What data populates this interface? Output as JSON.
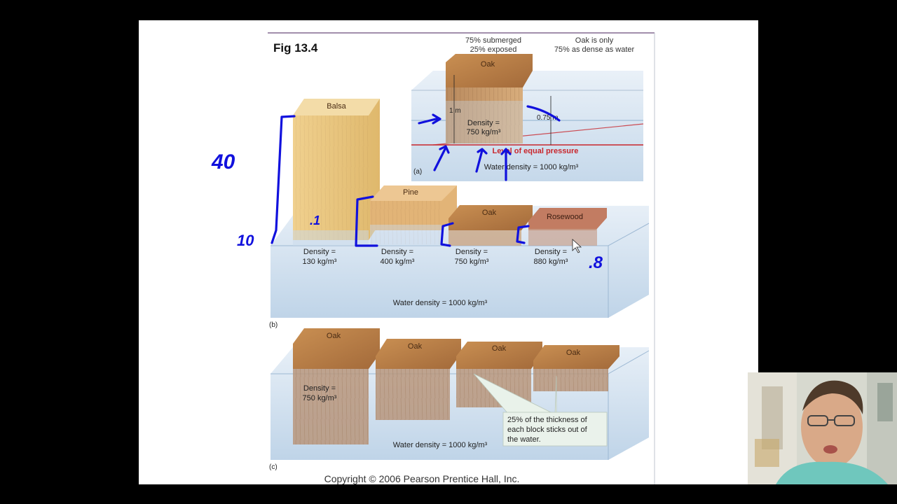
{
  "figure": {
    "title": "Fig 13.4",
    "copyright": "Copyright © 2006 Pearson Prentice Hall, Inc."
  },
  "panel_a": {
    "tag": "(a)",
    "note_submerged_1": "75% submerged",
    "note_submerged_2": "25% exposed",
    "note_oak_1": "Oak is only",
    "note_oak_2": "75% as dense as water",
    "block_label": "Oak",
    "height_label": "1 m",
    "depth_label": "0.75 m",
    "density_1": "Density =",
    "density_2": "750 kg/m³",
    "pressure_label": "Level of equal pressure",
    "water_density": "Water density = 1000 kg/m³"
  },
  "panel_b": {
    "tag": "(b)",
    "blocks": [
      {
        "name": "Balsa",
        "density_1": "Density =",
        "density_2": "130 kg/m³",
        "color": "#eccd86"
      },
      {
        "name": "Pine",
        "density_1": "Density =",
        "density_2": "400 kg/m³",
        "color": "#e3b676"
      },
      {
        "name": "Oak",
        "density_1": "Density =",
        "density_2": "750 kg/m³",
        "color": "#c89266"
      },
      {
        "name": "Rosewood",
        "density_1": "Density =",
        "density_2": "880 kg/m³",
        "color": "#c27c62"
      }
    ],
    "water_density": "Water density = 1000 kg/m³"
  },
  "panel_c": {
    "tag": "(c)",
    "blocks": [
      "Oak",
      "Oak",
      "Oak",
      "Oak"
    ],
    "density_1": "Density =",
    "density_2": "750 kg/m³",
    "callout_1": "25% of the thickness of",
    "callout_2": "each block sticks out of",
    "callout_3": "the water.",
    "water_density": "Water density = 1000 kg/m³"
  },
  "annotations": {
    "note_40": "40",
    "note_1": ".1",
    "note_10": "10",
    "note_8": ".8"
  },
  "colors": {
    "water": "#cfe0ef",
    "ink": "#1111dd",
    "pressure": "#c8262c"
  }
}
